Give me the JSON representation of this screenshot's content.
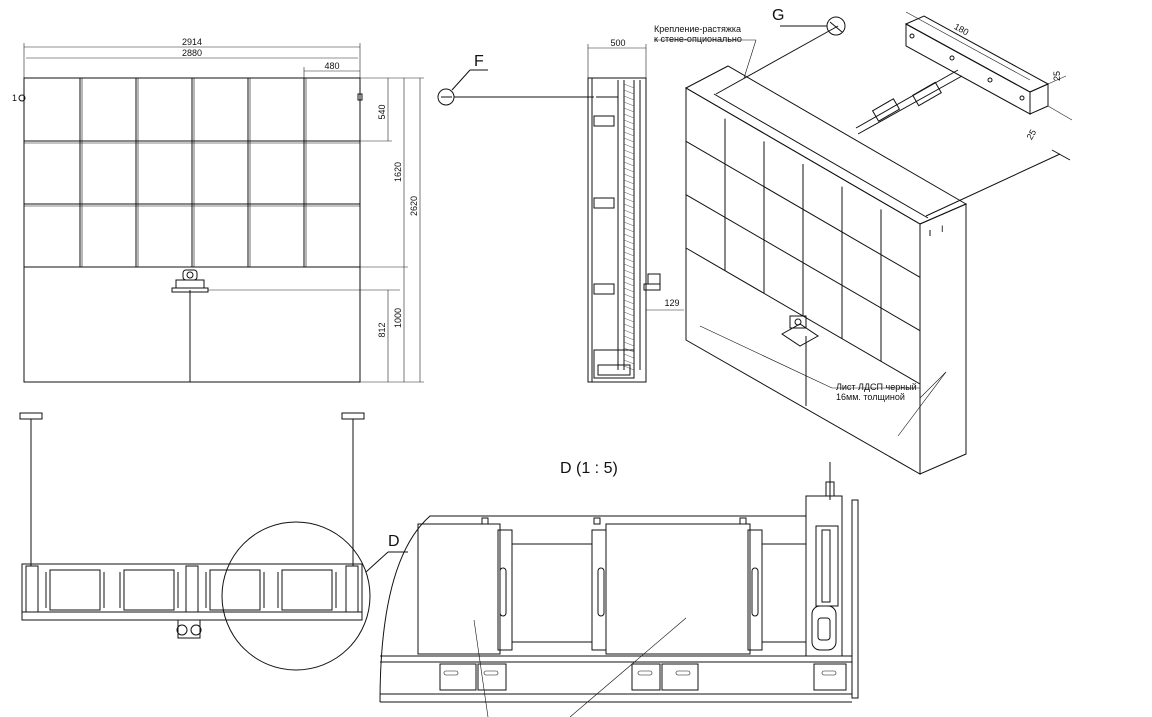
{
  "front_view": {
    "dims": {
      "overall_width": "2914",
      "panel_width": "2880",
      "right_offset": "480",
      "top_tile": "540",
      "screen_height": "1620",
      "total_height": "2620",
      "bottom_height": "1000",
      "mount_height": "812",
      "left_marker": "1"
    }
  },
  "side_view": {
    "callout": "F",
    "dims": {
      "depth": "500",
      "bracket": "129"
    }
  },
  "iso_view": {
    "callout": "G",
    "note_wall_mount": [
      "Крепление-растяжка",
      "к стене-опционально"
    ],
    "note_panel": [
      "Лист ЛДСП черный",
      "16мм. толщиной"
    ],
    "bracket_dims": {
      "length": "180",
      "height": "25",
      "depth": "25"
    },
    "panel_label": "I"
  },
  "top_view": {
    "callout": "D"
  },
  "detail_view": {
    "title": "D (1 : 5)"
  }
}
